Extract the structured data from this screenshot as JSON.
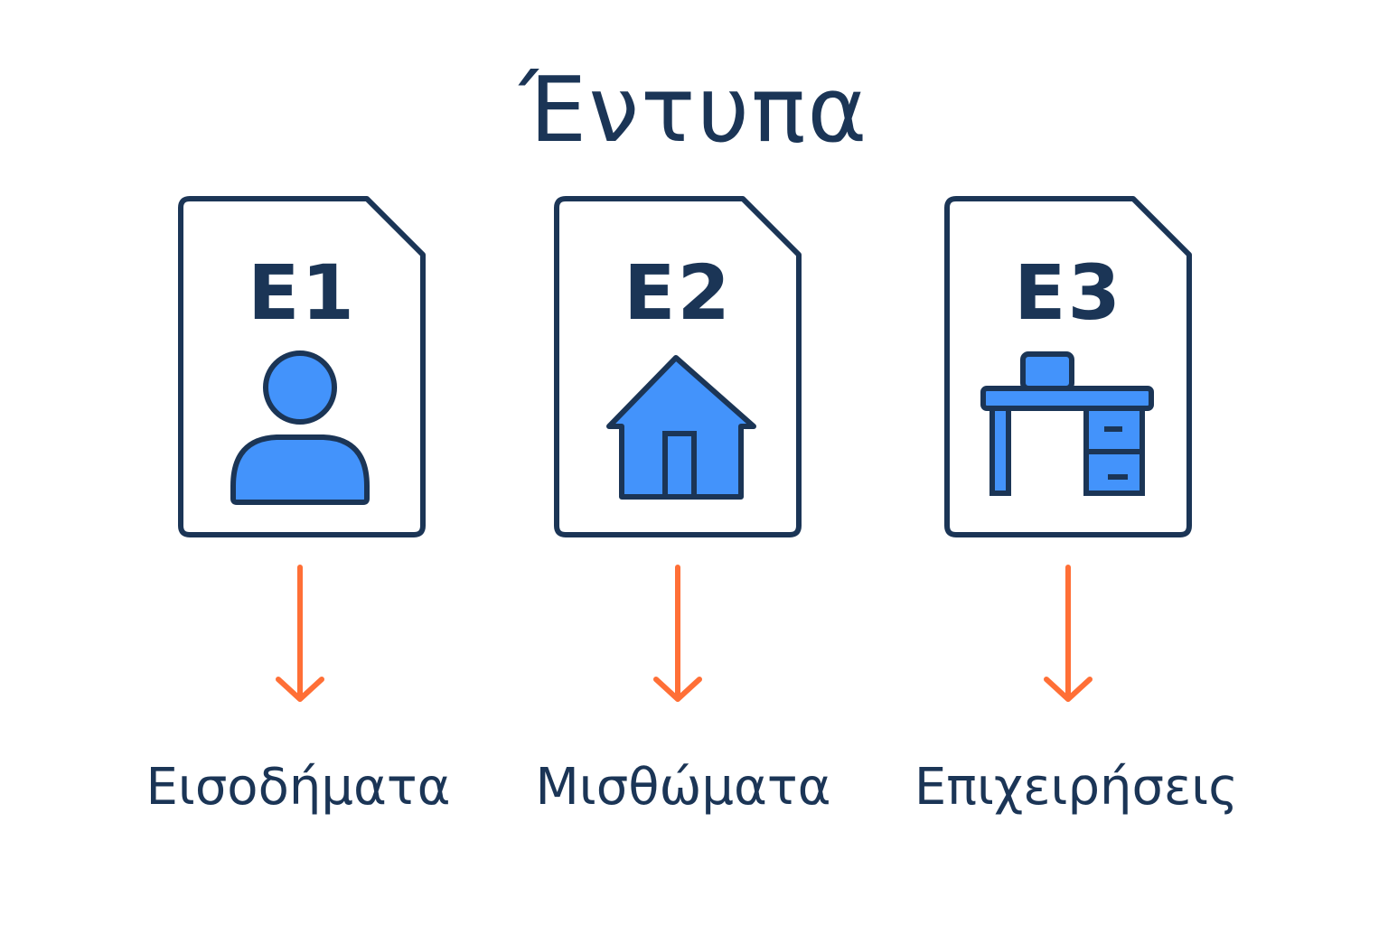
{
  "title": "Έντυπα",
  "colors": {
    "outline": "#1b3556",
    "icon_fill": "#4393fb",
    "arrow": "#ff6f36",
    "background": "#ffffff"
  },
  "forms": [
    {
      "code": "E1",
      "icon": "person-icon",
      "label": "Εισοδήματα"
    },
    {
      "code": "E2",
      "icon": "house-icon",
      "label": "Μισθώματα"
    },
    {
      "code": "E3",
      "icon": "desk-icon",
      "label": "Επιχειρήσεις"
    }
  ]
}
